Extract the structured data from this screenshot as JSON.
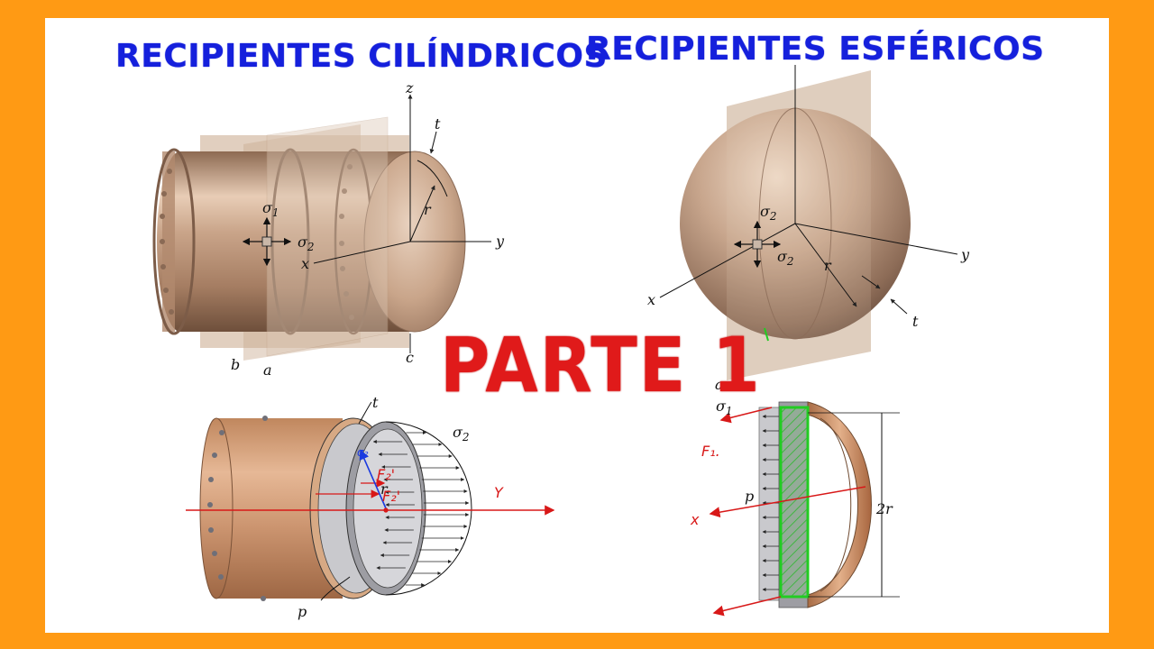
{
  "titles": {
    "cylindrical": "RECIPIENTES CILÍNDRICOS",
    "spherical": "RECIPIENTES ESFÉRICOS",
    "part": "PARTE 1"
  },
  "colors": {
    "frame": "#ff9a14",
    "title": "#1520dc",
    "part": "#e01a1a",
    "annotation_red": "#d81818",
    "annotation_green": "#22cc22",
    "annotation_blue": "#1a3ae0"
  },
  "cylinder_top": {
    "axis_z": "z",
    "axis_y": "y",
    "axis_x": "x",
    "thickness": "t",
    "radius": "r",
    "sigma1": "σ",
    "sigma1_sub": "1",
    "sigma2": "σ",
    "sigma2_sub": "2",
    "plane_b": "b",
    "plane_a": "a",
    "plane_c": "c"
  },
  "sphere_top": {
    "axis_y": "y",
    "axis_x": "x",
    "thickness": "t",
    "radius": "r",
    "sigma2_a": "σ",
    "sigma2_a_sub": "2",
    "sigma2_b": "σ",
    "sigma2_b_sub": "2",
    "plane_a": "a"
  },
  "cylinder_bottom": {
    "thickness": "t",
    "sigma2": "σ",
    "sigma2_sub": "2",
    "pressure": "p",
    "radius": "r",
    "axis_y_hand": "Y",
    "sigma_hand": "σ₂",
    "f2_top": "F₂'",
    "f2_bottom": "F₂'"
  },
  "sphere_bottom": {
    "sigma1": "σ",
    "sigma1_sub": "1",
    "pressure": "p",
    "diameter": "2r",
    "axis_x_hand": "x",
    "force_hand": "F₁."
  }
}
